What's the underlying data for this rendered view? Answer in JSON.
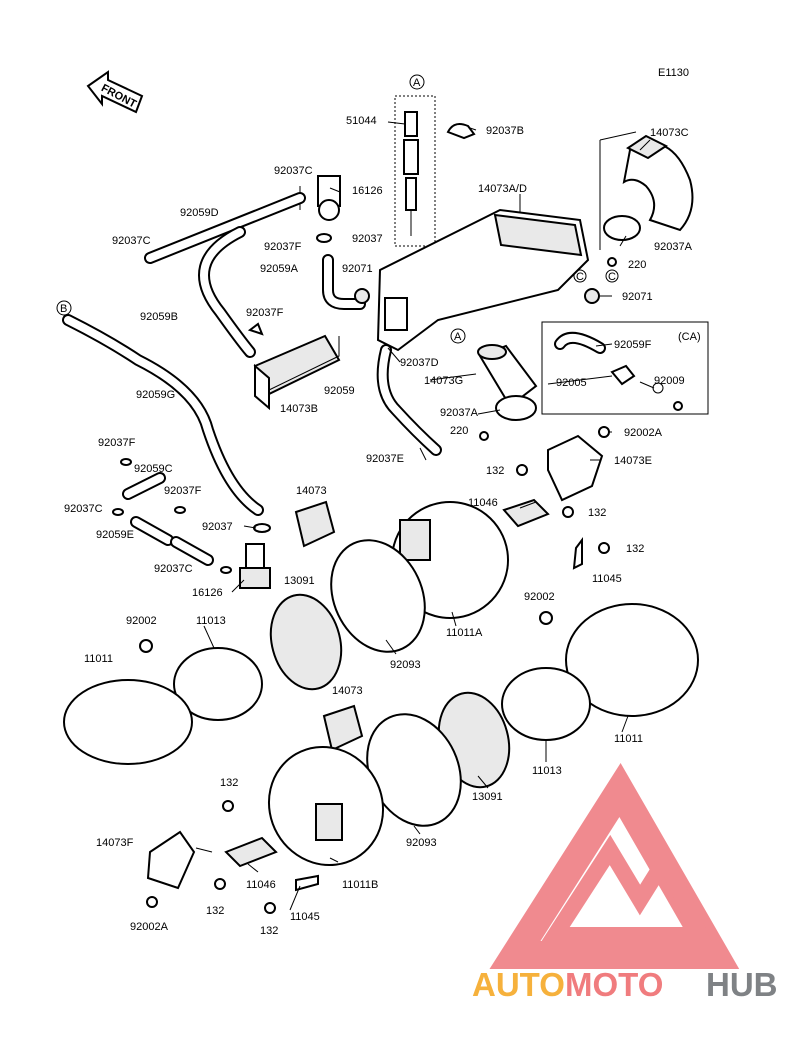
{
  "diagram": {
    "code": "E1130",
    "front_label": "FRONT",
    "ca_label": "(CA)",
    "ref_markers": {
      "a": "A",
      "b": "B",
      "c": "C"
    },
    "labels": {
      "p51044": "51044",
      "p92037b": "92037B",
      "p14073c": "14073C",
      "p92037c_top": "92037C",
      "p16126_top": "16126",
      "p14073ad": "14073A/D",
      "p92059d": "92059D",
      "p92037": "92037",
      "p92037c_left": "92037C",
      "p92037f_a": "92037F",
      "p92059a": "92059A",
      "p92071_a": "92071",
      "p92037a_top": "92037A",
      "p220_top": "220",
      "p92071_b": "92071",
      "p92059b": "92059B",
      "p92037f_b": "92037F",
      "p92037d": "92037D",
      "p92059f": "92059F",
      "p14073g": "14073G",
      "p92005": "92005",
      "p92009": "92009",
      "p14073b": "14073B",
      "p92059": "92059",
      "p92059g": "92059G",
      "p92037a_mid": "92037A",
      "p220_mid": "220",
      "p92002a_top": "92002A",
      "p92037e": "92037E",
      "p14073e": "14073E",
      "p92037f_c": "92037F",
      "p92059c": "92059C",
      "p132_a": "132",
      "p92037f_d": "92037F",
      "p14073_top": "14073",
      "p11046_top": "11046",
      "p132_b": "132",
      "p92037c_mid": "92037C",
      "p92037_mid": "92037",
      "p92059e": "92059E",
      "p132_c": "132",
      "p92037c_low": "92037C",
      "p11045_top": "11045",
      "p16126_low": "16126",
      "p13091_top": "13091",
      "p92002_b": "92002",
      "p92002": "92002",
      "p11013_left": "11013",
      "p11011a": "11011A",
      "p11011_left": "11011",
      "p92093_top": "92093",
      "p14073_low": "14073",
      "p11011_right": "11011",
      "p11013_right": "11013",
      "p13091_low": "13091",
      "p132_d": "132",
      "p14073f": "14073F",
      "p92093_low": "92093",
      "p11046_low": "11046",
      "p11011b": "11011B",
      "p92002a_low": "92002A",
      "p132_e": "132",
      "p11045_low": "11045",
      "p132_f": "132"
    }
  },
  "watermark": {
    "brand_a": "AUTO",
    "brand_b": "MOTO",
    "brand_c": "HUB",
    "colors": {
      "triangle": "#f08a8f",
      "auto": "#f6b13c",
      "moto": "#f07c7e",
      "hub": "#7f8285"
    }
  }
}
